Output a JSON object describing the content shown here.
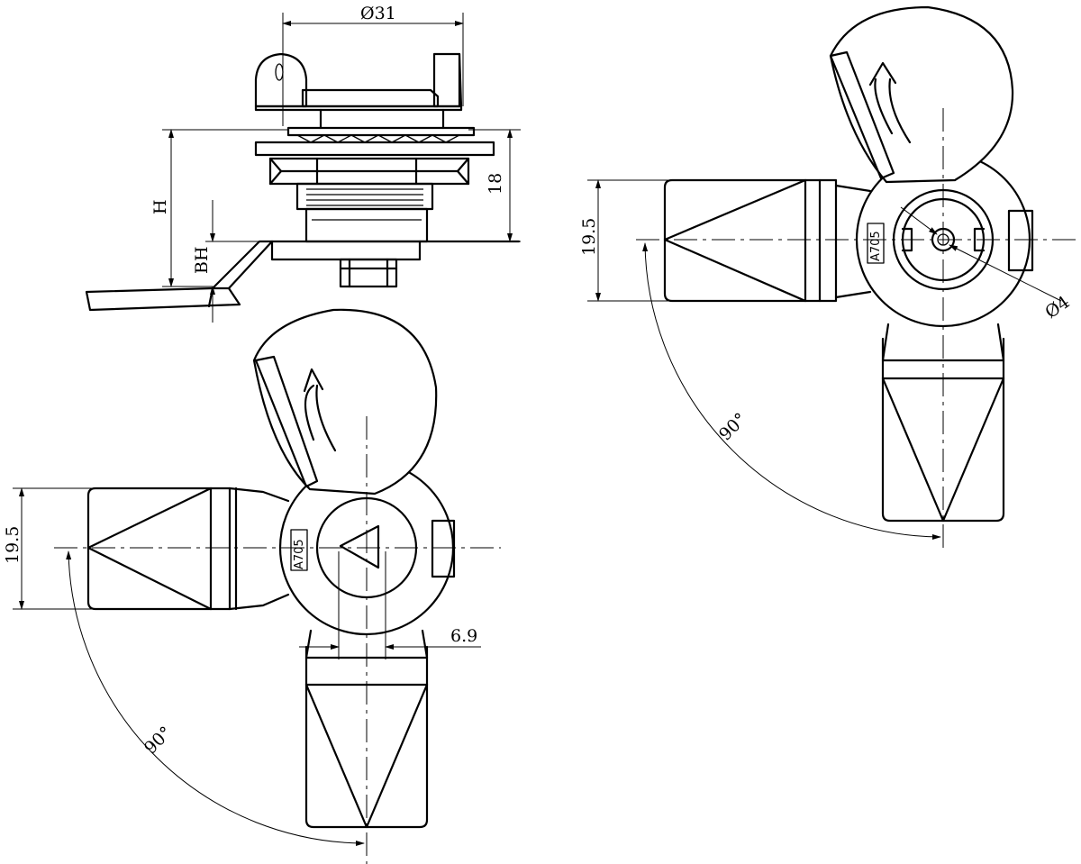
{
  "dimensions": {
    "top_view": {
      "diameter_label": "Ø31",
      "height_label": "18",
      "h_label": "H",
      "bh_label": "BH"
    },
    "front_view_triangle": {
      "width_label": "19.5",
      "slot_label": "6.9",
      "angle_label": "90°",
      "marking": "A705"
    },
    "front_view_slotted": {
      "width_label": "19.5",
      "hole_label": "Ø4",
      "angle_label": "90°",
      "marking": "A705"
    }
  }
}
